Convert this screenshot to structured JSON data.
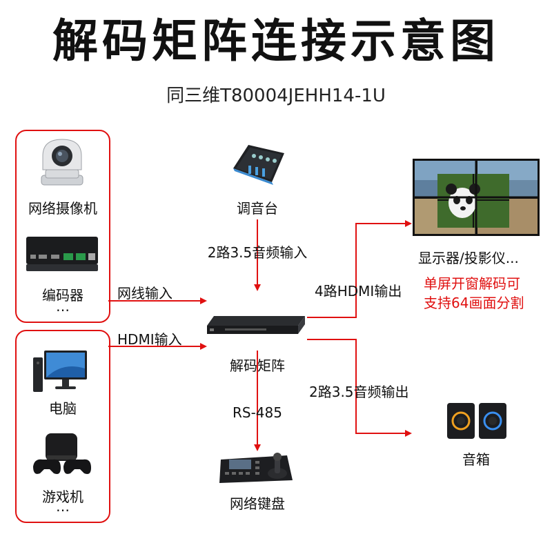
{
  "title": "解码矩阵连接示意图",
  "subtitle": "同三维T80004JEHH14-1U",
  "inputs_top": {
    "camera_label": "网络摄像机",
    "encoder_label": "编码器",
    "more": "…"
  },
  "inputs_bottom": {
    "pc_label": "电脑",
    "game_label": "游戏机",
    "more": "…"
  },
  "mixer_label": "调音台",
  "audio_in_label": "2路3.5音频输入",
  "network_in_label": "网线输入",
  "hdmi_in_label": "HDMI输入",
  "matrix_label": "解码矩阵",
  "rs485_label": "RS-485",
  "keyboard_label": "网络键盘",
  "hdmi_out_label": "4路HDMI输出",
  "display_label": "显示器/投影仪...",
  "display_note_1": "单屏开窗解码可",
  "display_note_2": "支持64画面分割",
  "audio_out_label": "2路3.5音频输出",
  "speaker_label": "音箱",
  "colors": {
    "accent": "#e01010",
    "text": "#111111"
  }
}
